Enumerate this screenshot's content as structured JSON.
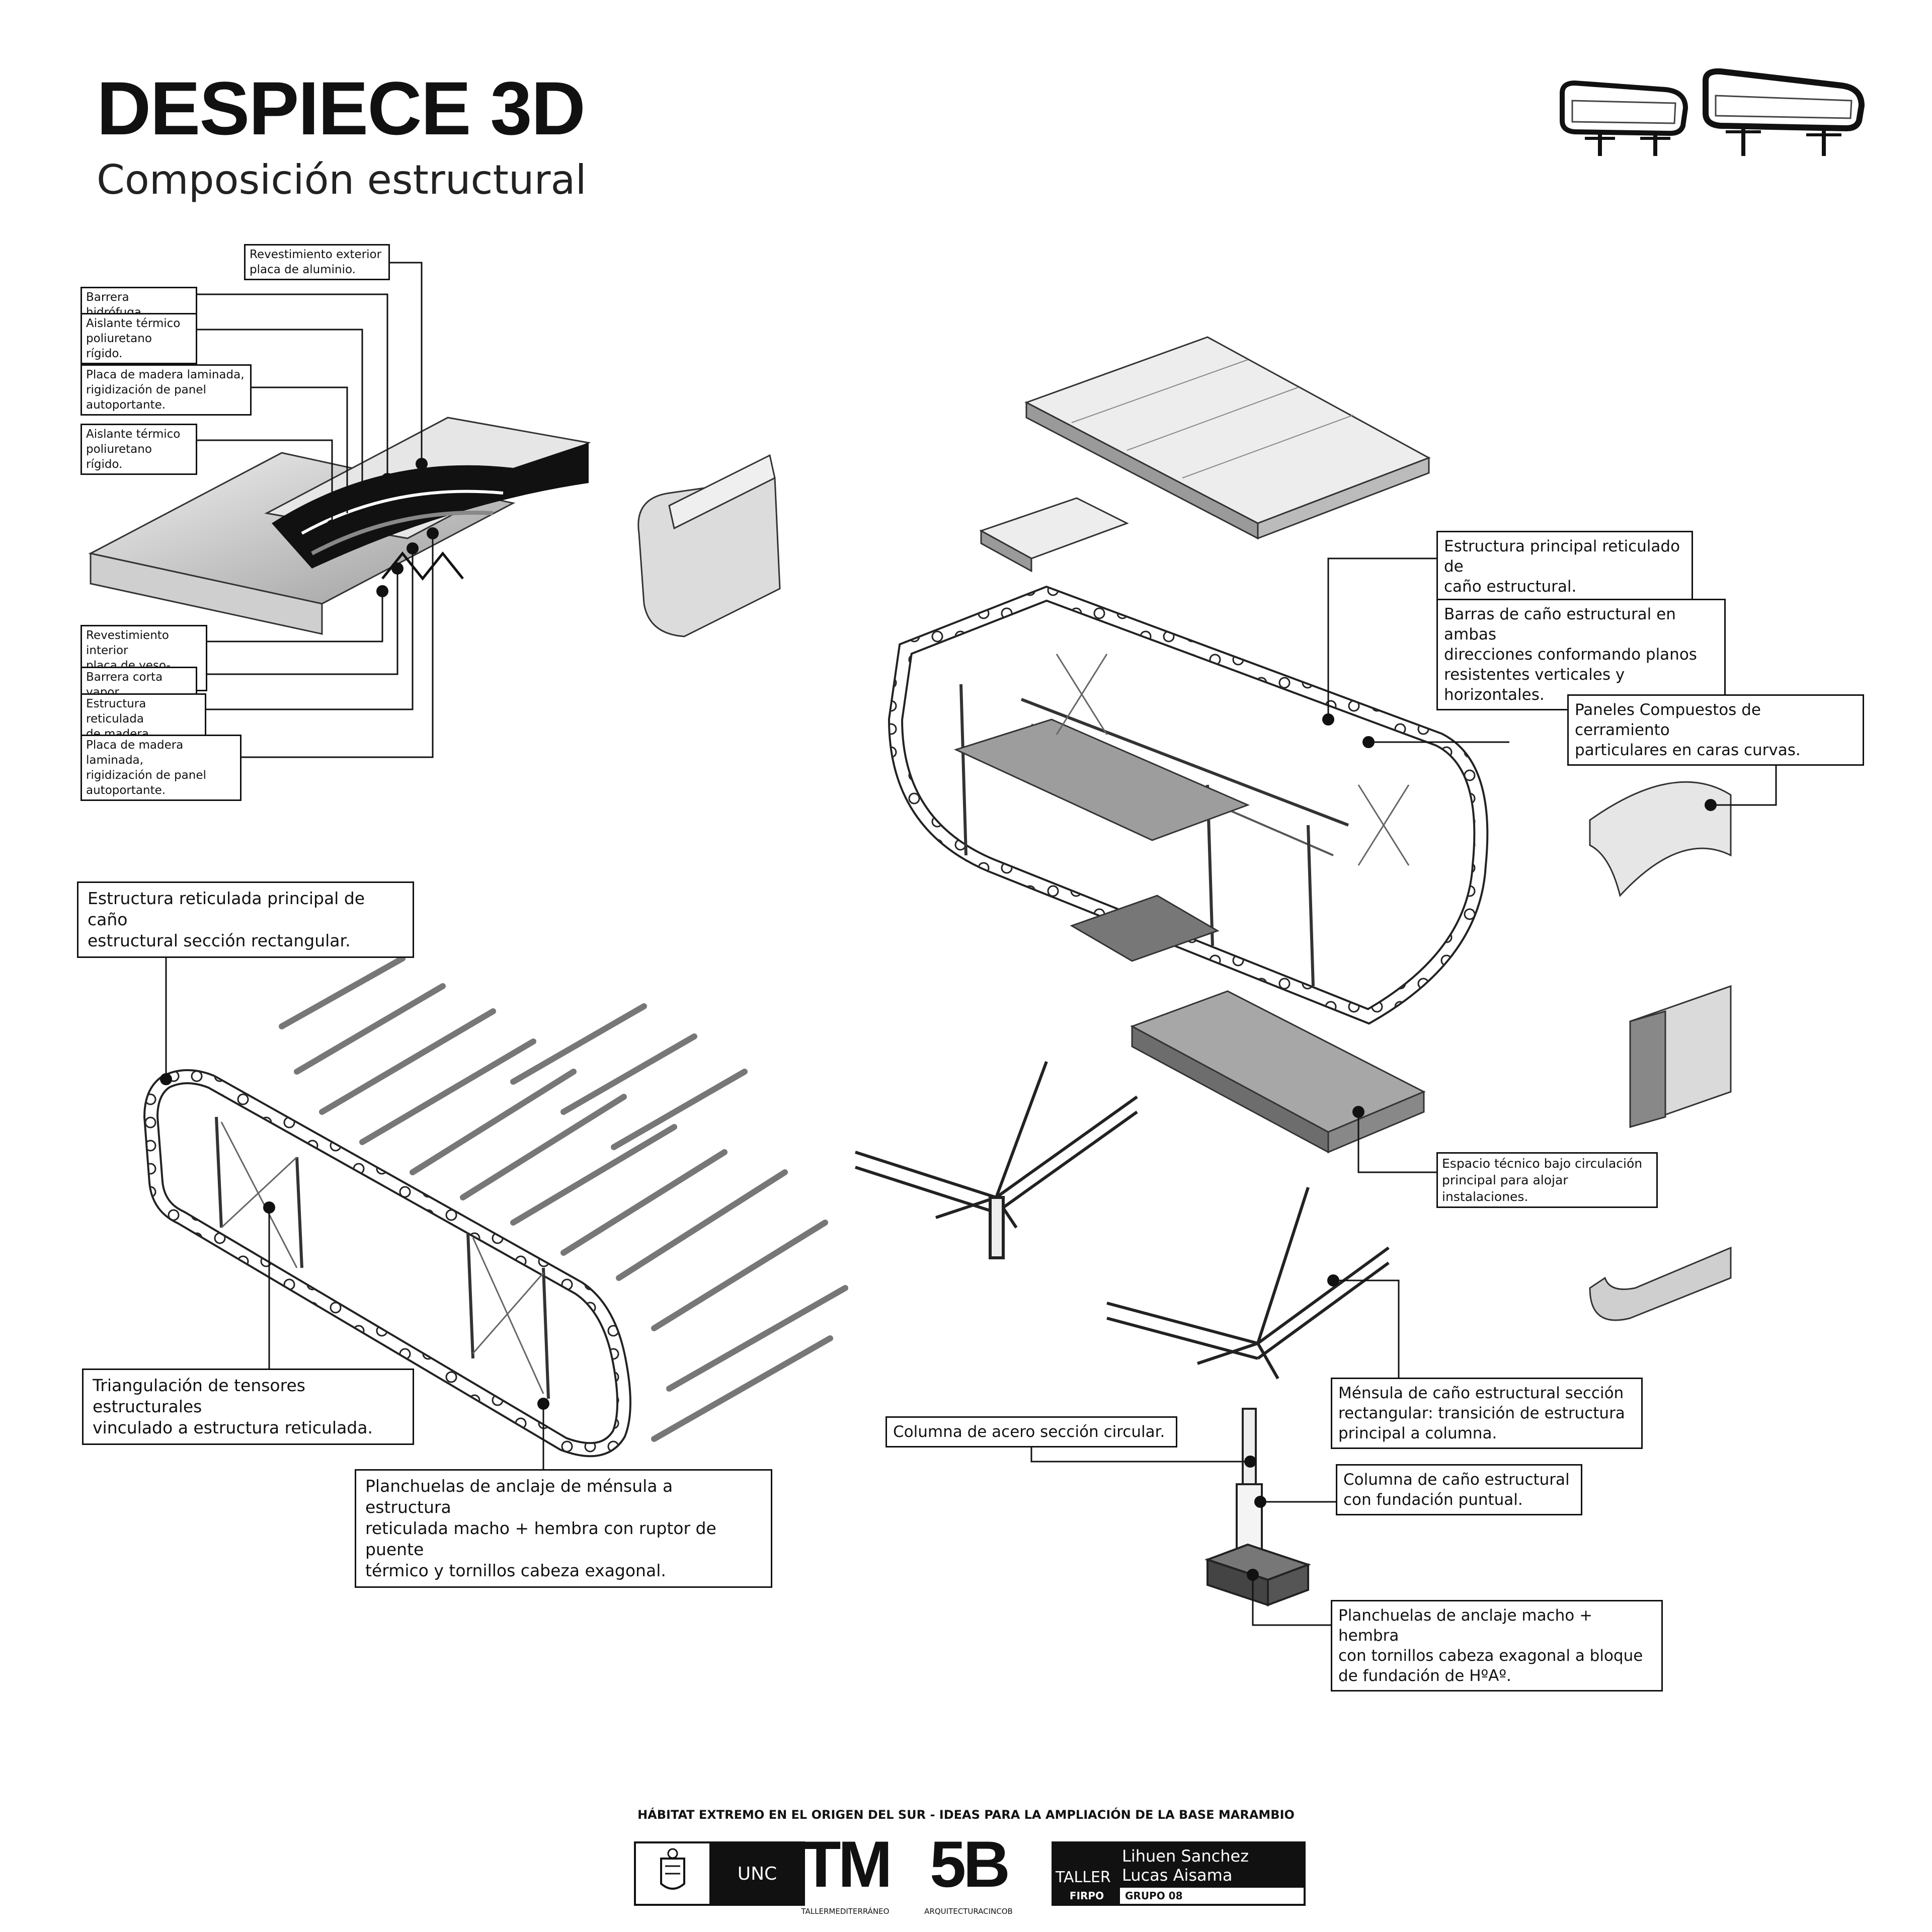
{
  "header": {
    "title": "DESPIECE 3D",
    "subtitle": "Composición estructural"
  },
  "wall_section_labels": [
    "Revestimiento exterior\nplaca de aluminio.",
    "Barrera hidrófuga.",
    "Aislante térmico\npoliuretano rígido.",
    "Placa de madera laminada,\nrigidización de panel\nautoportante.",
    "Aislante térmico\npoliuretano rígido.",
    "Revestimiento interior\nplaca de yeso-cartón.",
    "Barrera corta vapor.",
    "Estructura reticulada\nde madera.",
    "Placa de madera laminada,\nrigidización de panel\nautoportante."
  ],
  "structure_labels": {
    "main_lattice": "Estructura principal reticulado de\ncaño estructural.",
    "bars": "Barras de caño estructural en ambas\ndirecciones conformando planos\nresistentes verticales y horizontales.",
    "curved_panels": "Paneles Compuestos de cerramiento\nparticulares en caras curvas.",
    "rect_lattice": "Estructura reticulada principal de caño\nestructural sección rectangular.",
    "tech_space": "Espacio técnico bajo circulación\nprincipal para alojar instalaciones.",
    "triangulation": "Triangulación de tensores estructurales\nvinculado a estructura reticulada.",
    "bracket": "Ménsula de caño estructural sección\nrectangular: transición de estructura\nprincipal a columna.",
    "steel_column": "Columna de acero sección circular.",
    "pipe_column": "Columna de caño estructural\ncon fundación puntual.",
    "anchor_plates": "Planchuelas de anclaje de ménsula a estructura\nreticulada macho + hembra con ruptor de puente\ntérmico y tornillos cabeza exagonal.",
    "foundation_plates": "Planchuelas de anclaje macho + hembra\n con tornillos cabeza exagonal a bloque\nde fundación de HºAº."
  },
  "footer": {
    "project": "HÁBITAT EXTREMO EN EL ORIGEN DEL SUR - IDEAS PARA LA AMPLIACIÓN DE LA BASE MARAMBIO",
    "unc": "UNC",
    "tm": "TM",
    "tm_caption": "TALLERMEDITERRÁNEO",
    "fiveb": "5B",
    "fiveb_caption": "ARQUITECTURACINCOB",
    "taller": "TALLER",
    "authors": "Lihuen Sanchez\nLucas Aisama",
    "firpo": "FIRPO",
    "grupo": "GRUPO 08"
  }
}
